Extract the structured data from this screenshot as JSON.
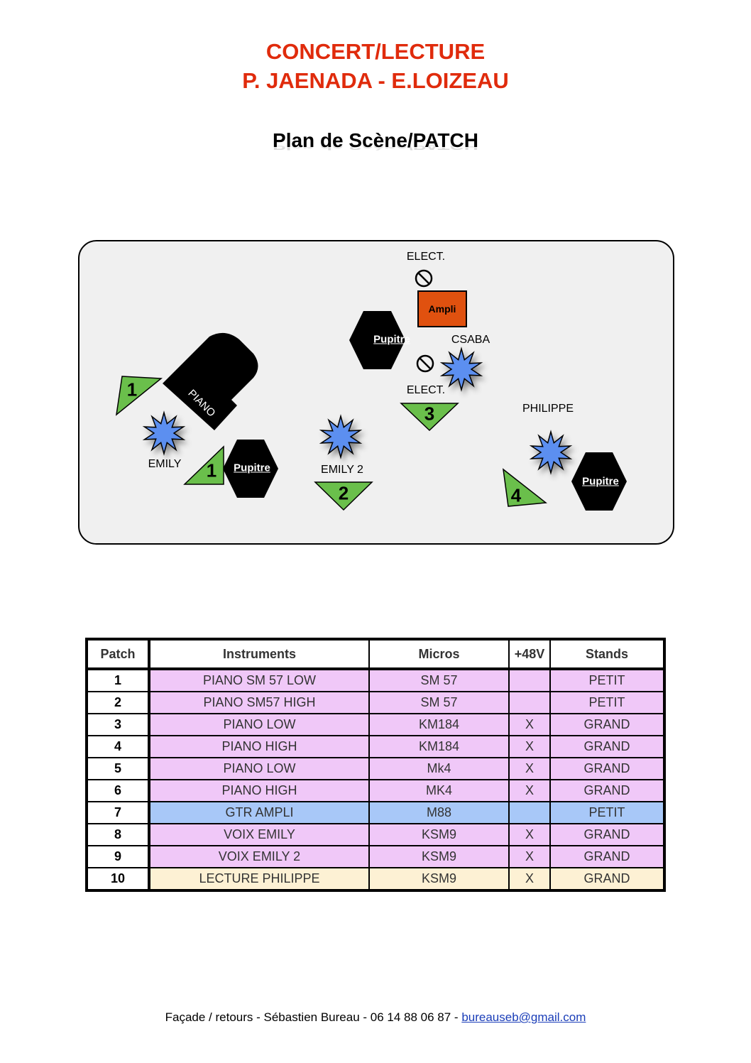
{
  "header": {
    "title_line1": "CONCERT/LECTURE",
    "title_line2": "P. JAENADA - E.LOIZEAU",
    "subtitle": "Plan de Scène/PATCH"
  },
  "stage": {
    "elect_top": "ELECT.",
    "elect_mid": "ELECT.",
    "ampli": "Ampli",
    "csaba": "CSABA",
    "philippe": "PHILIPPE",
    "emily": "EMILY",
    "emily2": "EMILY 2",
    "piano": "PIANO",
    "pupitre": "Pupitre",
    "mon1a": "1",
    "mon1b": "1",
    "mon2": "2",
    "mon3": "3",
    "mon4": "4",
    "colors": {
      "wedge": "#6abf4b",
      "mic": "#5b8ff0",
      "ampli": "#e0510f",
      "hex": "#000000"
    }
  },
  "patch": {
    "headers": [
      "Patch",
      "Instruments",
      "Micros",
      "+48V",
      "Stands"
    ],
    "rows": [
      [
        "1",
        "PIANO SM 57 LOW",
        "SM 57",
        "",
        "PETIT"
      ],
      [
        "2",
        "PIANO SM57 HIGH",
        "SM 57",
        "",
        "PETIT"
      ],
      [
        "3",
        "PIANO LOW",
        "KM184",
        "X",
        "GRAND"
      ],
      [
        "4",
        "PIANO HIGH",
        "KM184",
        "X",
        "GRAND"
      ],
      [
        "5",
        "PIANO LOW",
        "Mk4",
        "X",
        "GRAND"
      ],
      [
        "6",
        "PIANO HIGH",
        "MK4",
        "X",
        "GRAND"
      ],
      [
        "7",
        "GTR AMPLI",
        "M88",
        "",
        "PETIT"
      ],
      [
        "8",
        "VOIX EMILY",
        "KSM9",
        "X",
        "GRAND"
      ],
      [
        "9",
        "VOIX EMILY 2",
        "KSM9",
        "X",
        "GRAND"
      ],
      [
        "10",
        "LECTURE PHILIPPE",
        "KSM9",
        "X",
        "GRAND"
      ]
    ]
  },
  "footer": {
    "text": "Façade / retours - Sébastien Bureau - 06 14 88 06 87 - ",
    "email": "bureauseb@gmail.com"
  }
}
